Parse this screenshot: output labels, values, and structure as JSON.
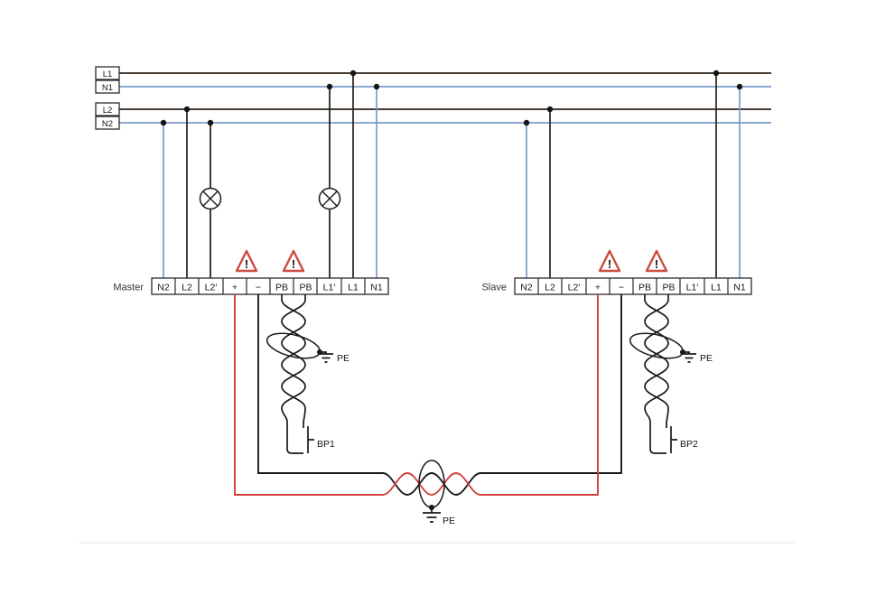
{
  "buses": {
    "labels": [
      "L1",
      "N1",
      "L2",
      "N2"
    ]
  },
  "master": {
    "label": "Master",
    "terminals": [
      "N2",
      "L2",
      "L2′",
      "+",
      "−",
      "PB",
      "PB",
      "L1′",
      "L1",
      "N1"
    ]
  },
  "slave": {
    "label": "Slave",
    "terminals": [
      "N2",
      "L2",
      "L2′",
      "+",
      "−",
      "PB",
      "PB",
      "L1′",
      "L1",
      "N1"
    ]
  },
  "warning": {
    "mark": "!"
  },
  "grounds": {
    "label": "PE"
  },
  "buttons": {
    "bp1": "BP1",
    "bp2": "BP2"
  },
  "icons": [
    "warning-triangle-icon",
    "lamp-icon",
    "earth-ground-icon",
    "cable-shield-icon",
    "twisted-pair-icon",
    "push-button-icon"
  ],
  "colors": {
    "line_phase": "#2b2014",
    "line_neutral": "#7d9cc9",
    "wire_red": "#d0403a",
    "wire_black": "#1a1a1a",
    "warning_red": "#cc4a3d",
    "background": "#ffffff"
  }
}
